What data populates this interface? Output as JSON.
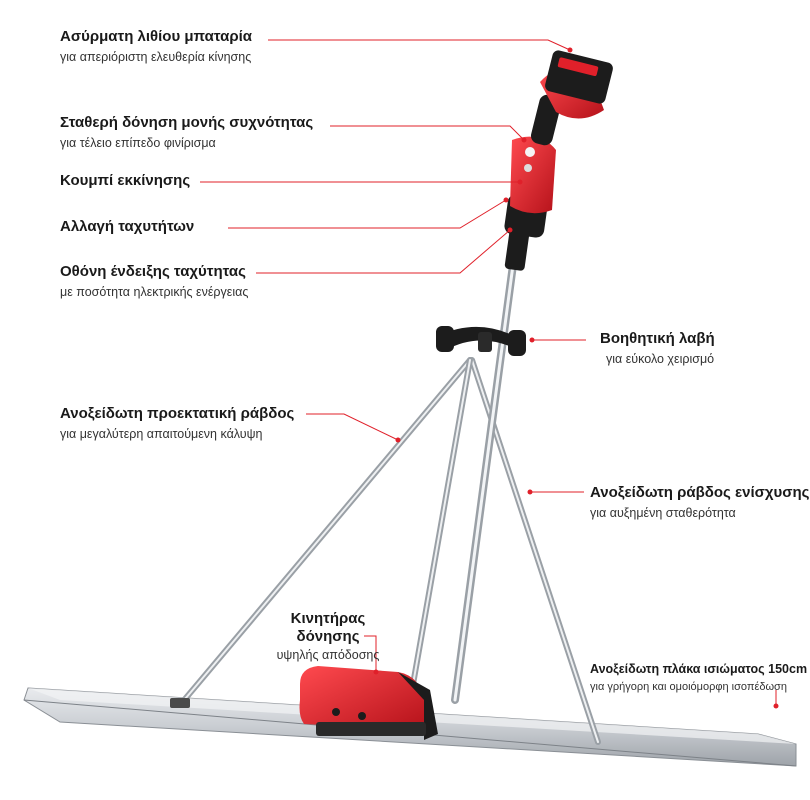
{
  "callouts": {
    "battery": {
      "title": "Ασύρματη λιθίου μπαταρία",
      "subtitle": "για απεριόριστη ελευθερία κίνησης"
    },
    "vibration": {
      "title": "Σταθερή δόνηση μονής συχνότητας",
      "subtitle": "για τέλειο επίπεδο φινίρισμα"
    },
    "start": {
      "title": "Κουμπί εκκίνησης"
    },
    "speeds": {
      "title": "Αλλαγή ταχυτήτων"
    },
    "display": {
      "title": "Οθόνη ένδειξης ταχύτητας",
      "subtitle": "με ποσότητα ηλεκτρικής ενέργειας"
    },
    "handle": {
      "title": "Βοηθητική λαβή",
      "subtitle": "για εύκολο χειρισμό"
    },
    "extension": {
      "title": "Ανοξείδωτη προεκτατική ράβδος",
      "subtitle": "για μεγαλύτερη απαιτούμενη κάλυψη"
    },
    "reinforce": {
      "title": "Ανοξείδωτη ράβδος ενίσχυσης",
      "subtitle": "για αυξημένη σταθερότητα"
    },
    "motor": {
      "title_line1": "Κινητήρας",
      "title_line2": "δόνησης",
      "subtitle": "υψηλής απόδοσης"
    },
    "plate": {
      "title": "Ανοξείδωτη πλάκα ισιώματος 150cm",
      "subtitle": "για γρήγορη και ομοιόμορφη ισοπέδωση"
    }
  },
  "colors": {
    "accent": "#e0202a",
    "leader": "#e0202a",
    "steel": "#b8bcc2",
    "dark": "#1c1c1c"
  }
}
